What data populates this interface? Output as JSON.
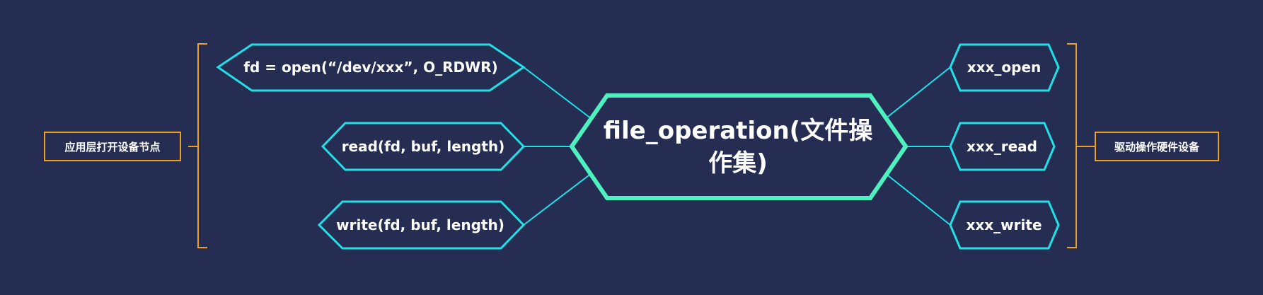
{
  "diagram": {
    "center": {
      "line1": "file_operation(文件操",
      "line2": "作集)"
    },
    "left_group_label": "应用层打开设备节点",
    "right_group_label": "驱动操作硬件设备",
    "left_nodes": [
      {
        "label": "fd = open(“/dev/xxx”, O_RDWR)"
      },
      {
        "label": "read(fd, buf, length)"
      },
      {
        "label": "write(fd, buf, length)"
      }
    ],
    "right_nodes": [
      {
        "label": "xxx_open"
      },
      {
        "label": "xxx_read"
      },
      {
        "label": "xxx_write"
      }
    ],
    "colors": {
      "background": "#252d52",
      "node_stroke": "#22e0e6",
      "center_stroke": "#4ff0c0",
      "bracket": "#f0a020",
      "text": "#ffffff"
    }
  }
}
